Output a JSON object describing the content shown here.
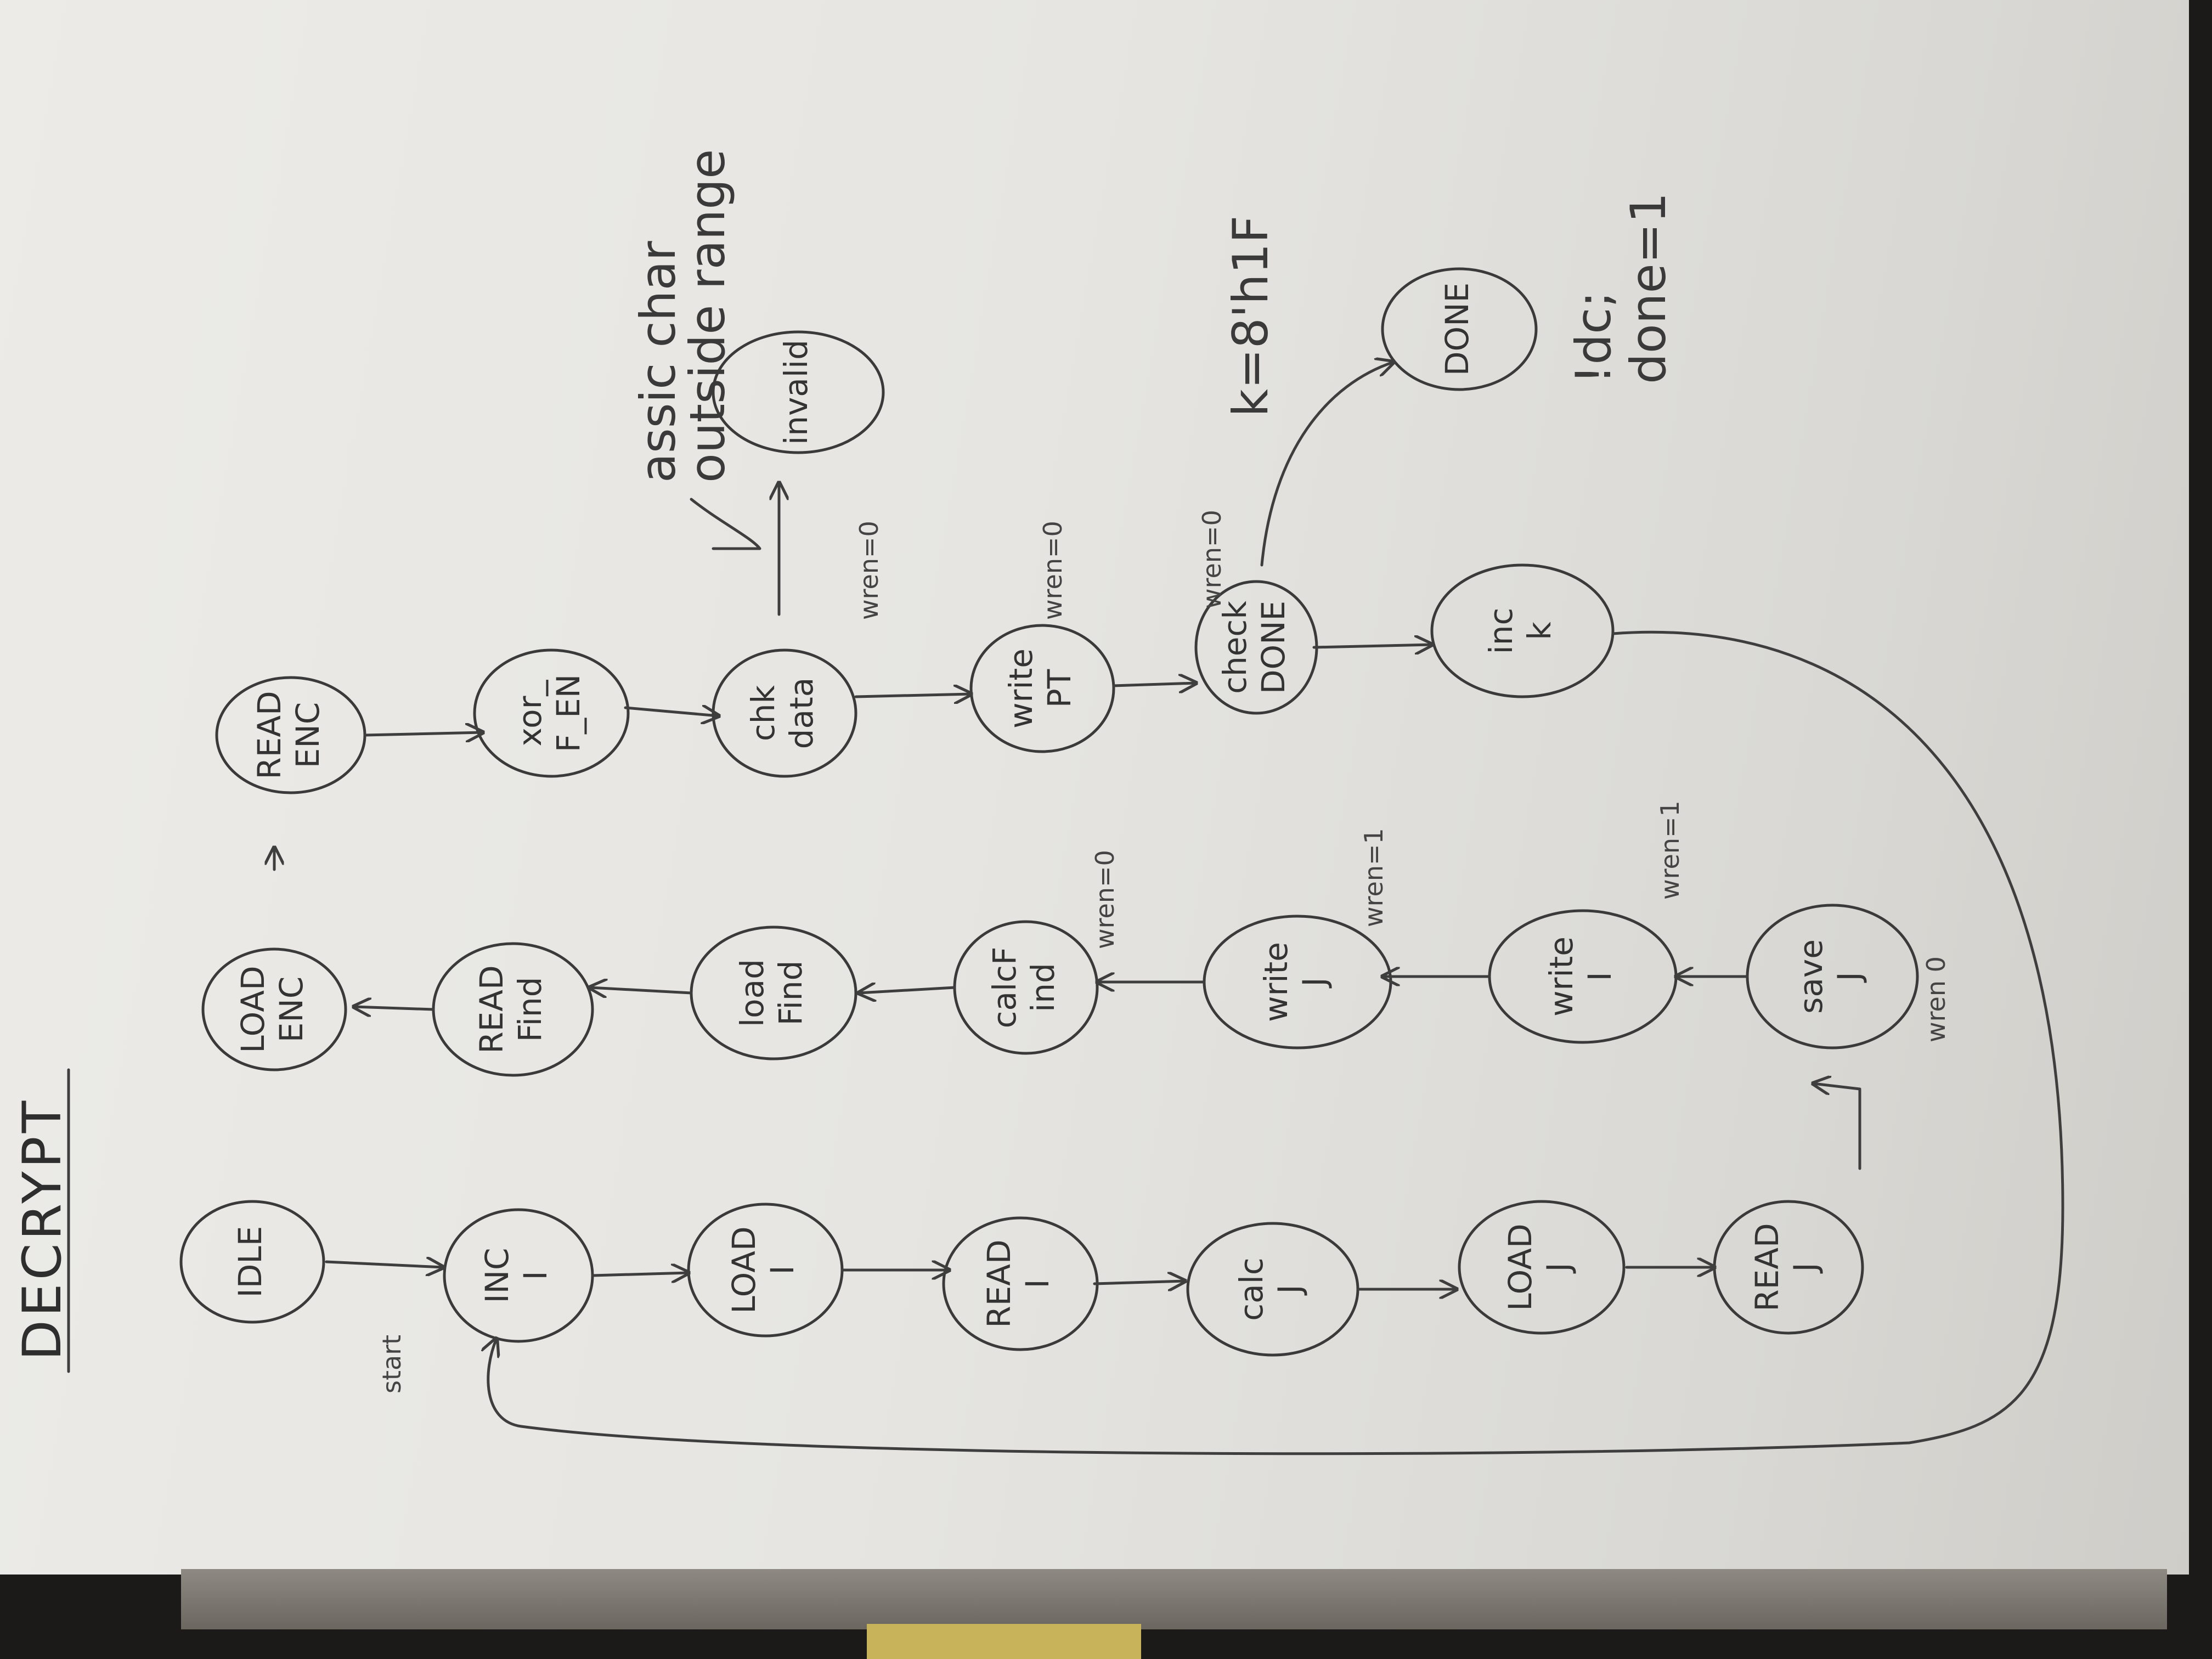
{
  "title": "DECRYPT",
  "nodes": [
    {
      "id": "idle",
      "lines": [
        "IDLE"
      ]
    },
    {
      "id": "inc-i",
      "lines": [
        "INC",
        "I"
      ]
    },
    {
      "id": "load-i",
      "lines": [
        "LOAD",
        "I"
      ]
    },
    {
      "id": "read-i",
      "lines": [
        "READ",
        "I"
      ]
    },
    {
      "id": "calc-j",
      "lines": [
        "calc",
        "J"
      ]
    },
    {
      "id": "load-j",
      "lines": [
        "LOAD",
        "J"
      ]
    },
    {
      "id": "read-j",
      "lines": [
        "READ",
        "J"
      ]
    },
    {
      "id": "save-j",
      "lines": [
        "save",
        "J"
      ]
    },
    {
      "id": "write-i",
      "lines": [
        "write",
        "I"
      ]
    },
    {
      "id": "write-j",
      "lines": [
        "write",
        "J"
      ]
    },
    {
      "id": "calc-find",
      "lines": [
        "calcF",
        "ind"
      ]
    },
    {
      "id": "load-find",
      "lines": [
        "load",
        "Find"
      ]
    },
    {
      "id": "read-find",
      "lines": [
        "READ",
        "Find"
      ]
    },
    {
      "id": "load-enc",
      "lines": [
        "LOAD",
        "ENC"
      ]
    },
    {
      "id": "read-enc",
      "lines": [
        "READ",
        "ENC"
      ]
    },
    {
      "id": "xor-flen",
      "lines": [
        "xor_",
        "F_EN"
      ]
    },
    {
      "id": "chk-data",
      "lines": [
        "chk",
        "data"
      ]
    },
    {
      "id": "invalid",
      "lines": [
        "invalid"
      ]
    },
    {
      "id": "write-pt",
      "lines": [
        "write",
        "PT"
      ]
    },
    {
      "id": "check-done",
      "lines": [
        "check",
        "DONE"
      ]
    },
    {
      "id": "inc-k",
      "lines": [
        "inc",
        "k"
      ]
    },
    {
      "id": "done",
      "lines": [
        "DONE"
      ]
    }
  ],
  "edge_labels": {
    "start": "start",
    "calc_find": "wren=0",
    "write_j": "wren=1",
    "write_i": "wren=1",
    "save_j": "wren 0",
    "chk_data": "wren=0",
    "write_pt": "wren=0",
    "check_done": "wren=0",
    "done_cond": "k=8'h1F"
  },
  "notes": {
    "invalid_line1": "assic char",
    "invalid_line2": "outside range",
    "done_line1": "!dc;",
    "done_line2": "done=1"
  }
}
